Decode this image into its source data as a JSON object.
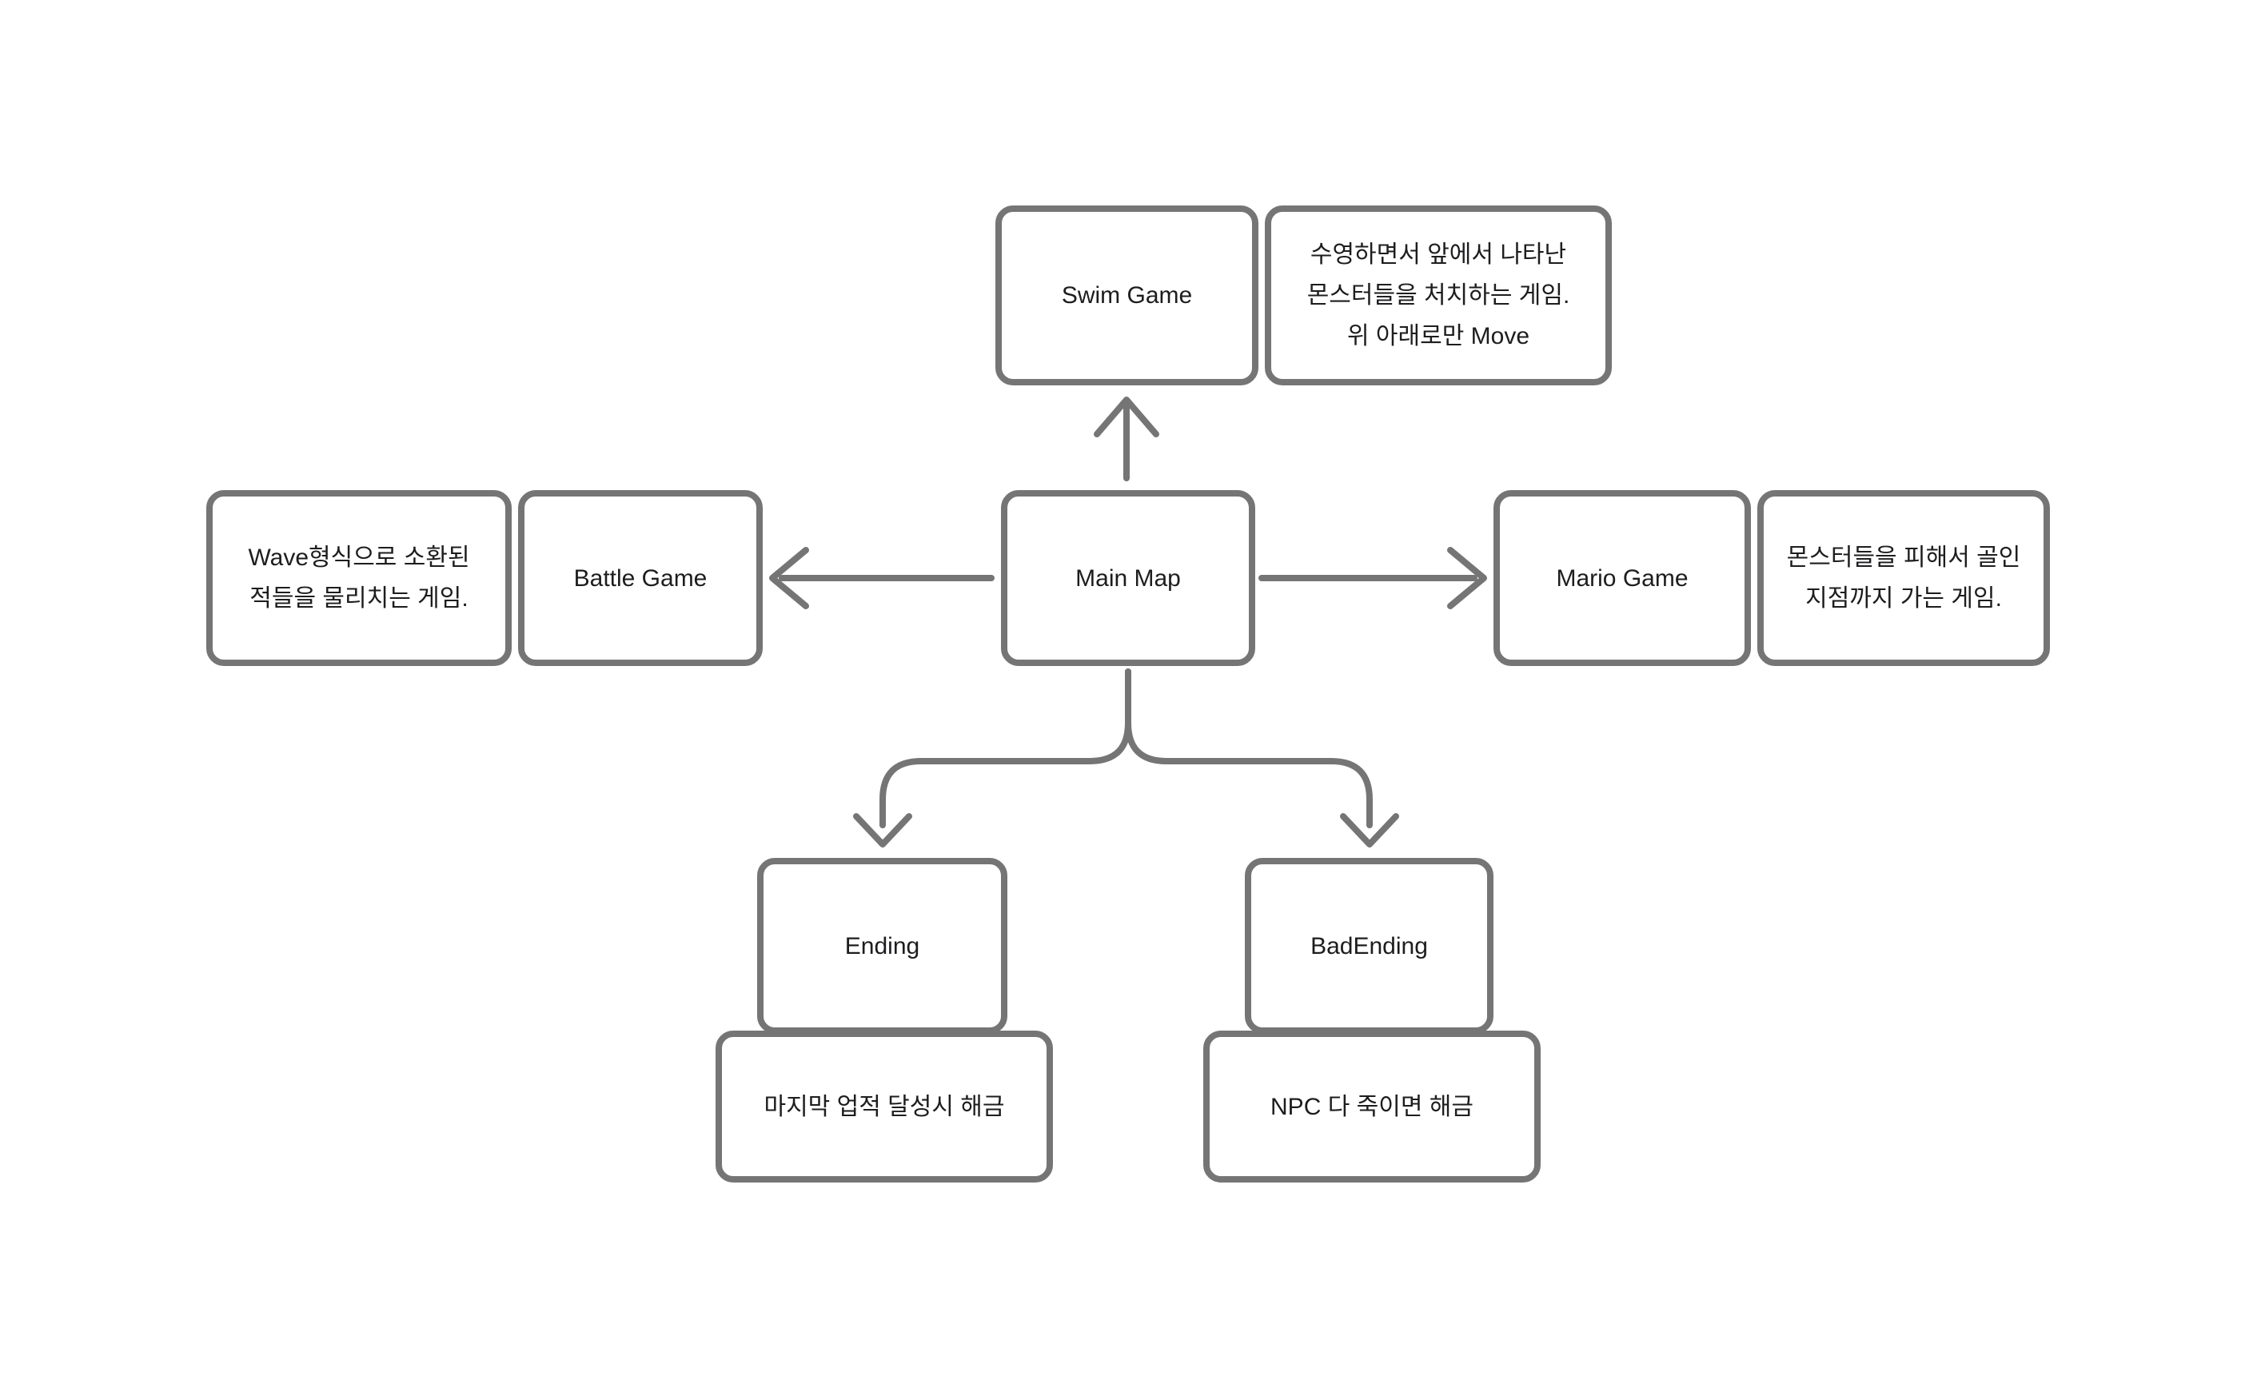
{
  "diagram": {
    "title": "Game map flowchart",
    "colors": {
      "background": "#ffffff",
      "stroke": "#757575",
      "text": "#1d1d1f"
    },
    "nodes": {
      "swim_game": {
        "label": "Swim Game"
      },
      "swim_note": {
        "lines": [
          "수영하면서 앞에서 나타난",
          "몬스터들을 처치하는 게임.",
          "위 아래로만 Move"
        ]
      },
      "battle_note": {
        "lines": [
          "Wave형식으로 소환된",
          "적들을 물리치는 게임."
        ]
      },
      "battle_game": {
        "label": "Battle Game"
      },
      "main_map": {
        "label": "Main Map"
      },
      "mario_game": {
        "label": "Mario Game"
      },
      "mario_note": {
        "lines": [
          "몬스터들을 피해서 골인",
          "지점까지 가는 게임."
        ]
      },
      "ending": {
        "label": "Ending"
      },
      "ending_note": {
        "lines": [
          "마지막 업적 달성시 해금"
        ]
      },
      "bad_ending": {
        "label": "BadEnding"
      },
      "bad_ending_note": {
        "lines": [
          "NPC 다 죽이면 해금"
        ]
      }
    },
    "edges": [
      {
        "from": "main_map",
        "to": "swim_game",
        "direction": "up"
      },
      {
        "from": "main_map",
        "to": "battle_game",
        "direction": "left"
      },
      {
        "from": "main_map",
        "to": "mario_game",
        "direction": "right"
      },
      {
        "from": "main_map",
        "to": "ending",
        "direction": "down-left"
      },
      {
        "from": "main_map",
        "to": "bad_ending",
        "direction": "down-right"
      }
    ]
  }
}
